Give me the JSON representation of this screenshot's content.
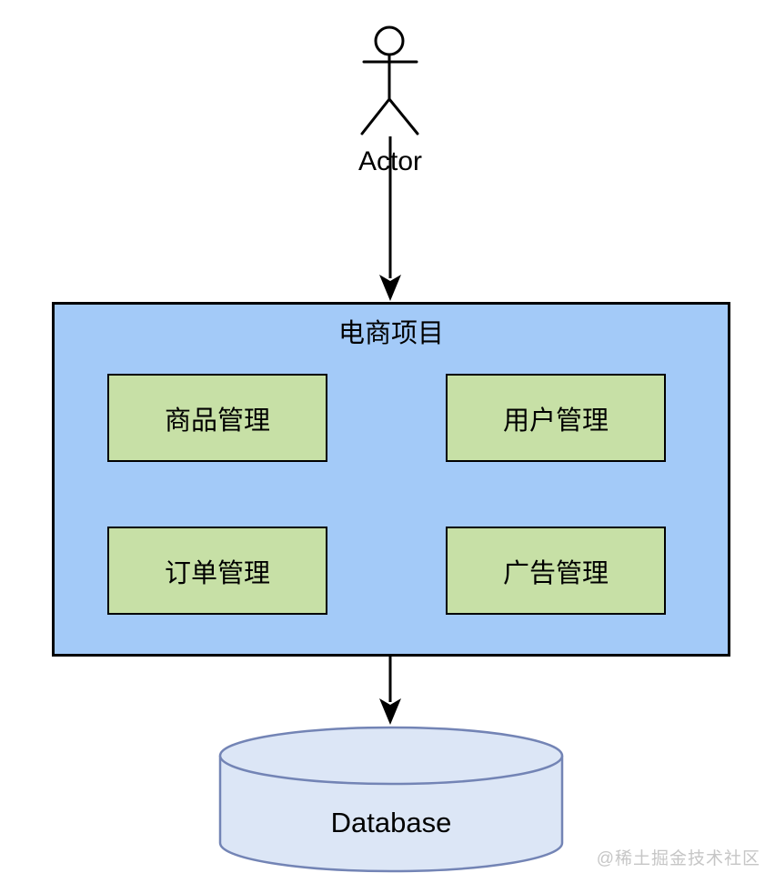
{
  "diagram": {
    "actor": {
      "label": "Actor"
    },
    "system": {
      "title": "电商项目",
      "modules": [
        {
          "label": "商品管理"
        },
        {
          "label": "用户管理"
        },
        {
          "label": "订单管理"
        },
        {
          "label": "广告管理"
        }
      ]
    },
    "database": {
      "label": "Database"
    },
    "watermark": "@稀土掘金技术社区",
    "colors": {
      "system_fill": "#A3CAF8",
      "module_fill": "#C7E0A6",
      "outline": "#000000",
      "database_fill": "#DCE6F6",
      "database_stroke": "#7384B5",
      "watermark_text": "#C6C6C6"
    }
  }
}
